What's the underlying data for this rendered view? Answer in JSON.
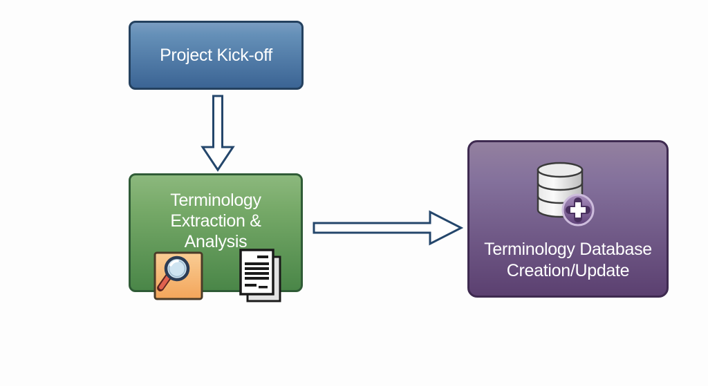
{
  "diagram": {
    "title": "Terminology workflow flowchart",
    "nodes": {
      "kickoff": {
        "label": "Project Kick-off",
        "fill_top": "#7a9cc1",
        "fill_bottom": "#3b6494",
        "border": "#24415f",
        "text_color": "#ffffff"
      },
      "extraction": {
        "line1": "Terminology",
        "line2": "Extraction &",
        "line3": "Analysis",
        "fill_top": "#8cb87d",
        "fill_bottom": "#4a8648",
        "border": "#2f5b36",
        "text_color": "#ffffff"
      },
      "database": {
        "line1": "Terminology Database",
        "line2": "Creation/Update",
        "fill_top": "#93809f",
        "fill_bottom": "#5b4070",
        "border": "#3e2a50",
        "text_color": "#ffffff"
      }
    },
    "connectors": [
      {
        "from": "kickoff",
        "to": "extraction",
        "direction": "down",
        "style": "hollow-block-arrow",
        "stroke": "#24466b",
        "fill": "#ffffff"
      },
      {
        "from": "extraction",
        "to": "database",
        "direction": "right",
        "style": "hollow-block-arrow",
        "stroke": "#24466b",
        "fill": "#ffffff"
      }
    ],
    "icons": [
      {
        "name": "magnifier-icon",
        "node": "extraction",
        "bg": "#f6b369",
        "lens": "#cfe4f1",
        "handle": "#e0614f",
        "rim": "#2b3c55"
      },
      {
        "name": "documents-icon",
        "node": "extraction",
        "page_front": "#ffffff",
        "page_back": "#e3e3e3",
        "line_color": "#1a1a1a"
      },
      {
        "name": "database-add-icon",
        "node": "database",
        "cylinder": "#d9d9d9",
        "outline": "#3a3a3a",
        "badge": "#6f4f8a",
        "badge_ring": "#cdbcdc",
        "plus": "#ffffff"
      }
    ],
    "background": "#fdfdfd"
  }
}
